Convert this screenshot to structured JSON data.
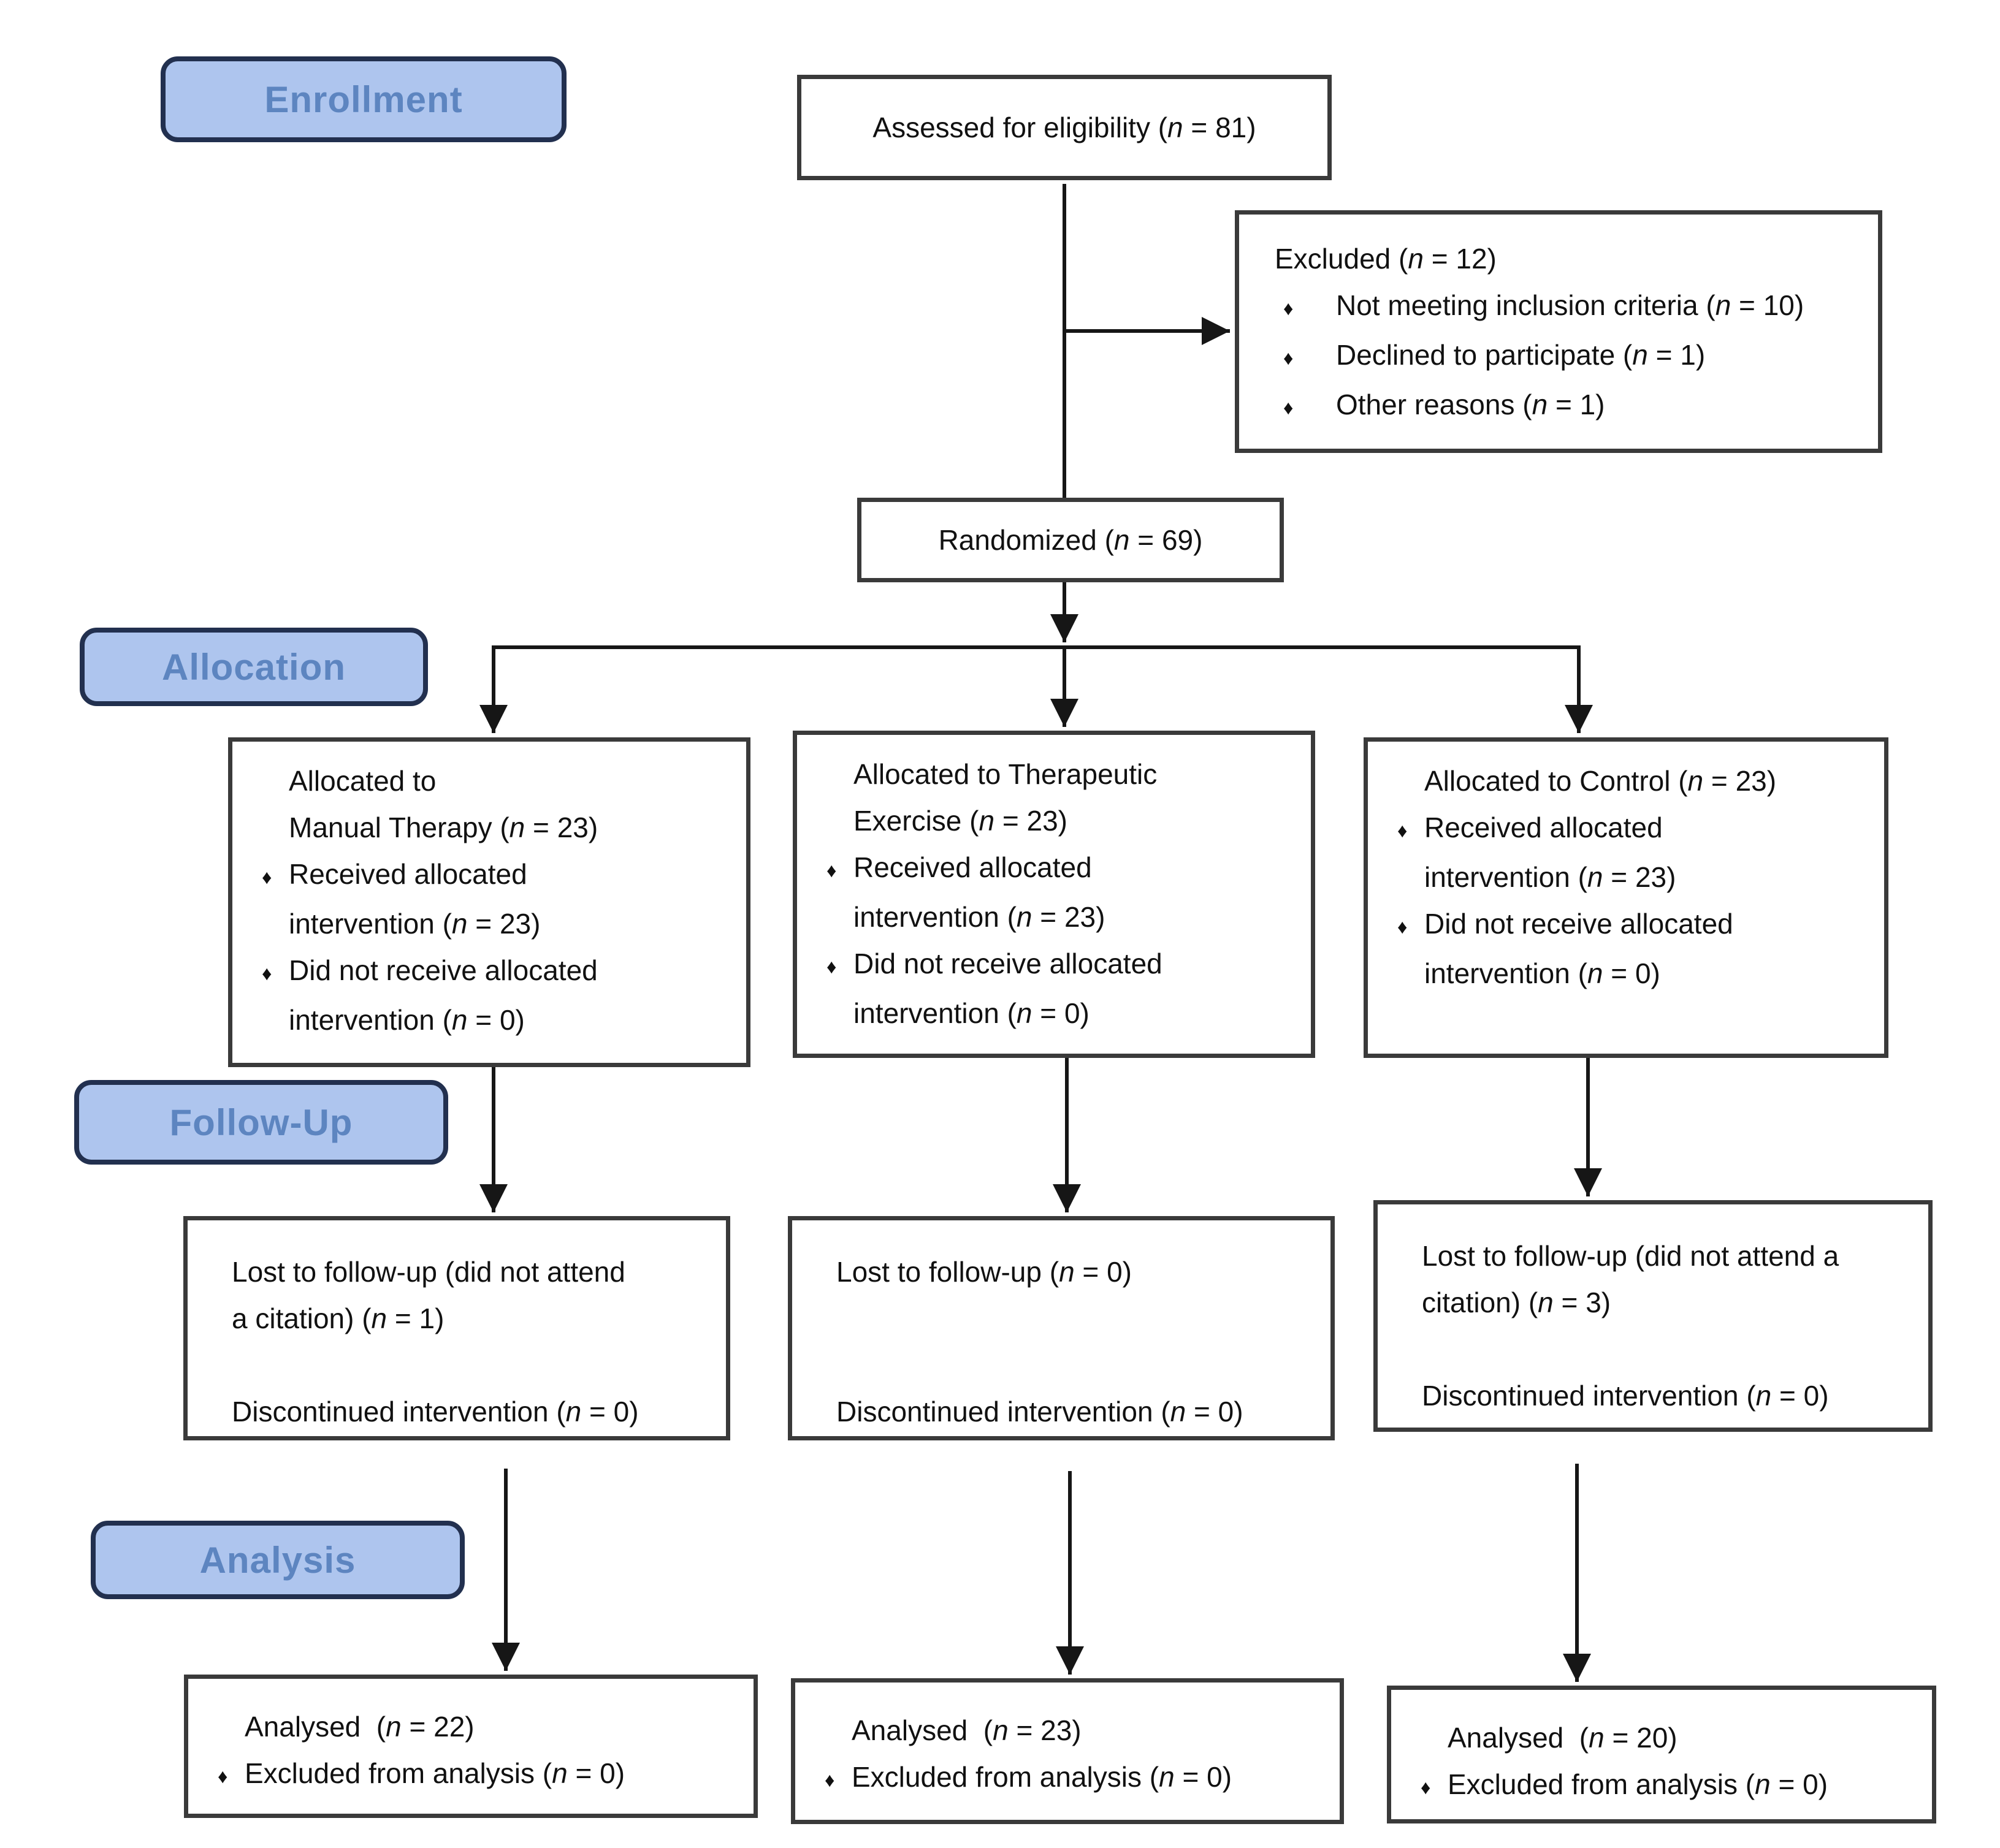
{
  "figure": {
    "type": "consort-flow-diagram"
  },
  "bullet_char": "♦",
  "colors": {
    "stage_fill": "#aec5ee",
    "stage_border": "#22304f",
    "stage_text": "#5d85c0",
    "box_border": "#3a3a3a",
    "text": "#111111",
    "arrow": "#161616"
  },
  "stages": {
    "enrollment": "Enrollment",
    "allocation": "Allocation",
    "followup": "Follow-Up",
    "analysis": "Analysis"
  },
  "boxes": {
    "assessed": {
      "lines": [
        {
          "style": "plain",
          "text": "Assessed for eligibility (n = 81)"
        }
      ]
    },
    "excluded": {
      "lines": [
        {
          "style": "plain",
          "text": "Excluded (n = 12)"
        },
        {
          "style": "bullet",
          "text": "Not meeting inclusion criteria (n = 10)"
        },
        {
          "style": "bullet",
          "text": "Declined to participate (n = 1)"
        },
        {
          "style": "bullet",
          "text": "Other reasons (n = 1)"
        }
      ]
    },
    "randomized": {
      "lines": [
        {
          "style": "plain",
          "text": "Randomized (n = 69)"
        }
      ]
    },
    "alloc_manual": {
      "lines": [
        {
          "style": "plain",
          "text": "Allocated to"
        },
        {
          "style": "plain",
          "text": "Manual Therapy (n = 23)"
        },
        {
          "style": "bullet",
          "text": "Received allocated"
        },
        {
          "style": "indent",
          "text": "intervention (n = 23)"
        },
        {
          "style": "bullet",
          "text": "Did not receive allocated"
        },
        {
          "style": "indent",
          "text": "intervention (n = 0)"
        }
      ]
    },
    "alloc_exercise": {
      "lines": [
        {
          "style": "plain",
          "text": "Allocated to Therapeutic"
        },
        {
          "style": "plain",
          "text": "Exercise (n = 23)"
        },
        {
          "style": "bullet",
          "text": "Received allocated"
        },
        {
          "style": "indent",
          "text": "intervention (n = 23)"
        },
        {
          "style": "bullet",
          "text": "Did not receive allocated"
        },
        {
          "style": "indent",
          "text": "intervention (n = 0)"
        }
      ]
    },
    "alloc_control": {
      "lines": [
        {
          "style": "plain",
          "text": "Allocated to Control (n = 23)"
        },
        {
          "style": "bullet",
          "text": "Received allocated"
        },
        {
          "style": "indent",
          "text": "intervention (n = 23)"
        },
        {
          "style": "bullet",
          "text": "Did not receive allocated"
        },
        {
          "style": "indent",
          "text": "intervention (n = 0)"
        }
      ]
    },
    "fu_manual": {
      "lines": [
        {
          "style": "plain",
          "text": "Lost to follow-up (did not attend"
        },
        {
          "style": "plain",
          "text": "a citation) (n = 1)"
        },
        {
          "style": "plain gap1",
          "text": "Discontinued intervention (n = 0)"
        }
      ]
    },
    "fu_exercise": {
      "lines": [
        {
          "style": "plain",
          "text": "Lost to follow-up (n = 0)"
        },
        {
          "style": "plain gap2",
          "text": "Discontinued intervention (n = 0)"
        }
      ]
    },
    "fu_control": {
      "lines": [
        {
          "style": "plain",
          "text": "Lost to follow-up (did not attend a"
        },
        {
          "style": "plain",
          "text": "citation) (n = 3)"
        },
        {
          "style": "plain gap1",
          "text": "Discontinued intervention (n = 0)"
        }
      ]
    },
    "an_manual": {
      "lines": [
        {
          "style": "plain",
          "text": "Analysed  (n = 22)"
        },
        {
          "style": "bullet",
          "text": "Excluded from analysis (n = 0)"
        }
      ]
    },
    "an_exercise": {
      "lines": [
        {
          "style": "plain",
          "text": "Analysed  (n = 23)"
        },
        {
          "style": "bullet",
          "text": "Excluded from analysis (n = 0)"
        }
      ]
    },
    "an_control": {
      "lines": [
        {
          "style": "plain",
          "text": "Analysed  (n = 20)"
        },
        {
          "style": "bullet",
          "text": "Excluded from analysis (n = 0)"
        }
      ]
    }
  }
}
